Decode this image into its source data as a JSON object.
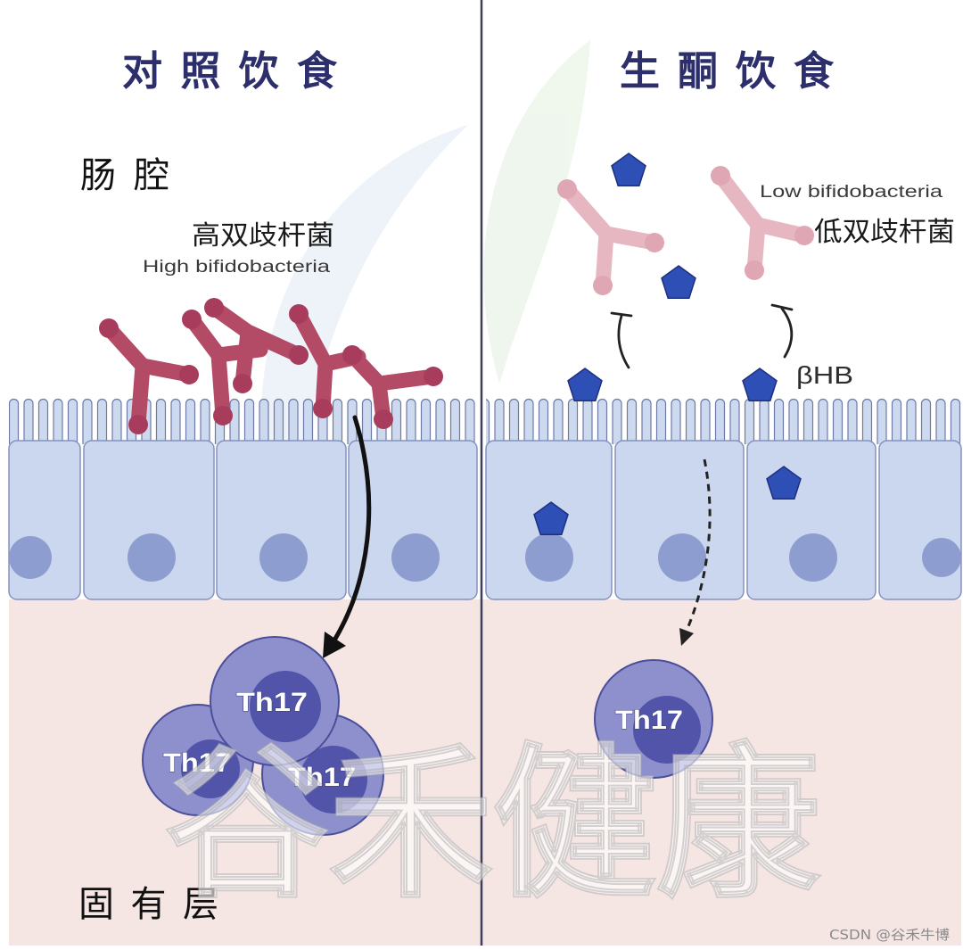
{
  "panels": {
    "left": {
      "title": "对照饮食",
      "bacteria_label_cn": "高双歧杆菌",
      "bacteria_label_en": "High bifidobacteria"
    },
    "right": {
      "title": "生酮饮食",
      "bacteria_label_en": "Low bifidobacteria",
      "bacteria_label_cn": "低双歧杆菌",
      "metabolite_label": "βHB"
    }
  },
  "regions": {
    "lumen": "肠腔",
    "lamina_propria": "固有层"
  },
  "th17_cells": [
    {
      "label": "Th17"
    },
    {
      "label": "Th17"
    },
    {
      "label": "Th17"
    },
    {
      "label": "Th17"
    }
  ],
  "watermark": {
    "text": "谷禾健康",
    "credit": "CSDN @谷禾牛博"
  },
  "colors": {
    "title": "#2d2f6c",
    "high_bifidobacteria": "#b34a66",
    "low_bifidobacteria": "#e7b7c1",
    "beta_hydroxybutyrate": "#2e4fb5",
    "epithelium": "#cbd7ee",
    "nucleus": "#8e9dd0",
    "lamina_propria": "#f5e5e3",
    "th17_outer": "#8d90cc",
    "th17_inner": "#5154a9"
  }
}
